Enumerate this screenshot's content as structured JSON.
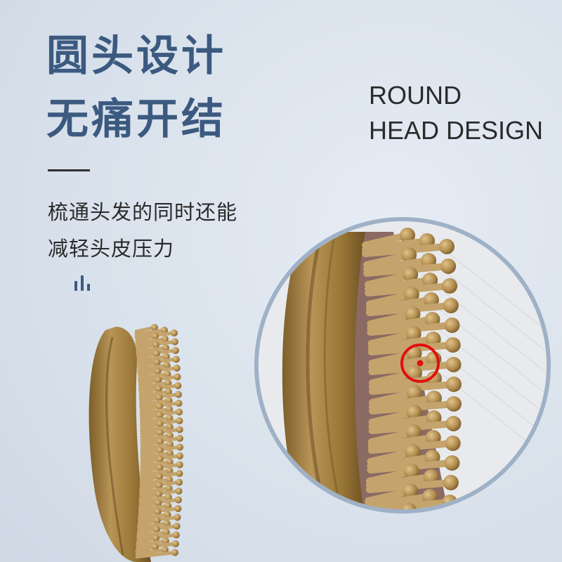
{
  "heading": {
    "line1": "圆头设计",
    "line2": "无痛开结"
  },
  "english_heading": {
    "line1": "ROUND",
    "line2": "HEAD DESIGN"
  },
  "description": {
    "line1": "梳通头发的同时还能",
    "line2": "减轻头皮压力"
  },
  "colors": {
    "heading": "#3c5a80",
    "background": "#dbe3ee",
    "wood": "#a8874b",
    "highlight": "#e01010"
  },
  "icons": [
    "signal-bars-icon",
    "highlight-circle-icon"
  ]
}
